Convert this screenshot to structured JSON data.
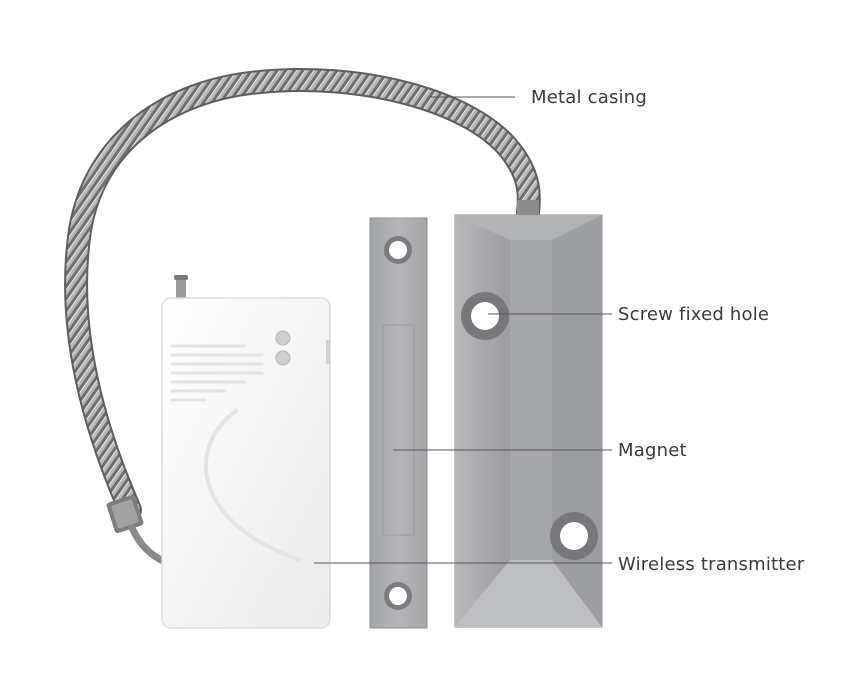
{
  "callouts": {
    "metal_casing": "Metal casing",
    "screw_fixed_hole": "Screw fixed hole",
    "magnet": "Magnet",
    "wireless_transmitter": "Wireless transmitter"
  },
  "colors": {
    "background": "#ffffff",
    "text": "#3a3a3a",
    "leader_line": "#555555",
    "metal": "#a9aaae",
    "transmitter_body": "#f7f7f7"
  },
  "icons": {
    "cable": "metal-casing-icon",
    "transmitter": "wireless-transmitter-icon",
    "magnet": "magnet-icon",
    "sensor": "sensor-block-icon"
  }
}
